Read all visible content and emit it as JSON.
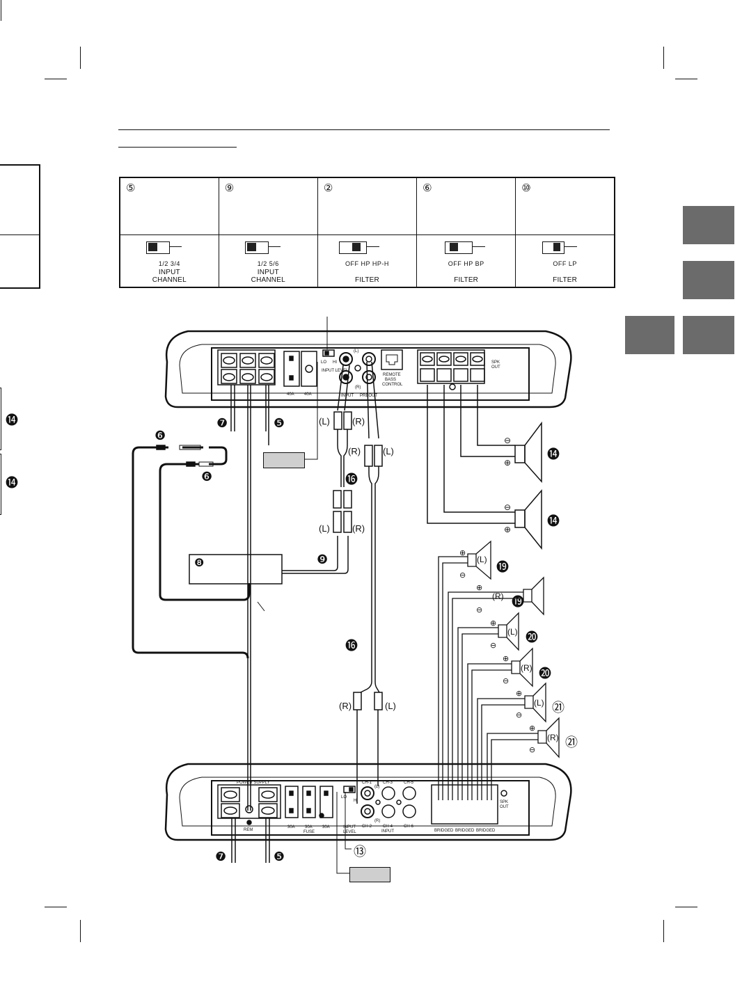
{
  "switch_table": {
    "columns": [
      {
        "num": "⑤",
        "options": "1/2   3/4",
        "label_line1": "INPUT",
        "label_line2": "CHANNEL"
      },
      {
        "num": "⑨",
        "options": "1/2   5/6",
        "label_line1": "INPUT",
        "label_line2": "CHANNEL"
      },
      {
        "num": "②",
        "options": "OFF  HP  HP-H",
        "label_line1": "FILTER",
        "label_line2": ""
      },
      {
        "num": "⑥",
        "options": "OFF  HP  BP",
        "label_line1": "FILTER",
        "label_line2": ""
      },
      {
        "num": "⑩",
        "options": "OFF   LP",
        "label_line1": "FILTER",
        "label_line2": ""
      }
    ]
  },
  "left_margin": {
    "ref_top": "⓮",
    "ref_bottom": "⓮"
  },
  "top_amp": {
    "labels": {
      "input_level": "INPUT LEVEL",
      "lo": "LO",
      "hi": "HI",
      "input": "INPUT",
      "preout": "PREOUT",
      "l": "(L)",
      "r": "(R)",
      "remote": "REMOTE",
      "bass": "BASS",
      "control": "CONTROL",
      "fuse_a": "40A",
      "fuse_b": "40A",
      "spk": "SPK",
      "out": "OUT"
    },
    "refs": {
      "gnd": "❼",
      "batt": "❺"
    }
  },
  "bottom_amp": {
    "labels": {
      "power_supply": "POWER SUPPLY",
      "rem": "REM",
      "fuse_a": "30A",
      "fuse_b": "30A",
      "fuse_c": "30A",
      "fuse": "FUSE",
      "input_level": "INPUT",
      "level": "LEVEL",
      "lo": "LO",
      "hi": "HI",
      "ch1": "CH-1",
      "ch2": "CH-2",
      "ch3": "CH-3",
      "ch4": "CH-4",
      "ch5": "CH-5",
      "ch6": "CH-6",
      "input": "INPUT",
      "l": "(L)",
      "r": "(R)",
      "spk": "SPK",
      "out": "OUT",
      "bridged": "BRIDGED"
    },
    "refs": {
      "gnd": "❼",
      "batt": "❺",
      "level_ref": "⑬"
    }
  },
  "wiring": {
    "fuse_ref_a": "❻",
    "fuse_ref_b": "❻",
    "rca_ref_a": "⓰",
    "rca_ref_b": "⓰",
    "source_ref": "❽",
    "source_cable_ref": "❾",
    "l": "(L)",
    "r": "(R)"
  },
  "speakers_main": [
    {
      "ref": "⓮",
      "plus": "⊕",
      "minus": "⊖"
    },
    {
      "ref": "⓮",
      "plus": "⊕",
      "minus": "⊖"
    }
  ],
  "speakers_small": [
    {
      "ch": "(L)",
      "ref": "⓳",
      "plus": "⊕",
      "minus": "⊖"
    },
    {
      "ch": "(R)",
      "ref": "⓳",
      "plus": "⊕",
      "minus": "⊖"
    },
    {
      "ch": "(L)",
      "ref": "⓴",
      "plus": "⊕",
      "minus": "⊖"
    },
    {
      "ch": "(R)",
      "ref": "⓴",
      "plus": "⊕",
      "minus": "⊖"
    },
    {
      "ch": "(L)",
      "ref": "㉑",
      "plus": "⊕",
      "minus": "⊖"
    },
    {
      "ch": "(R)",
      "ref": "㉑",
      "plus": "⊕",
      "minus": "⊖"
    }
  ],
  "colors": {
    "ink": "#111111",
    "tab_gray": "#6b6b6b",
    "label_fill": "#cfcfcf"
  }
}
